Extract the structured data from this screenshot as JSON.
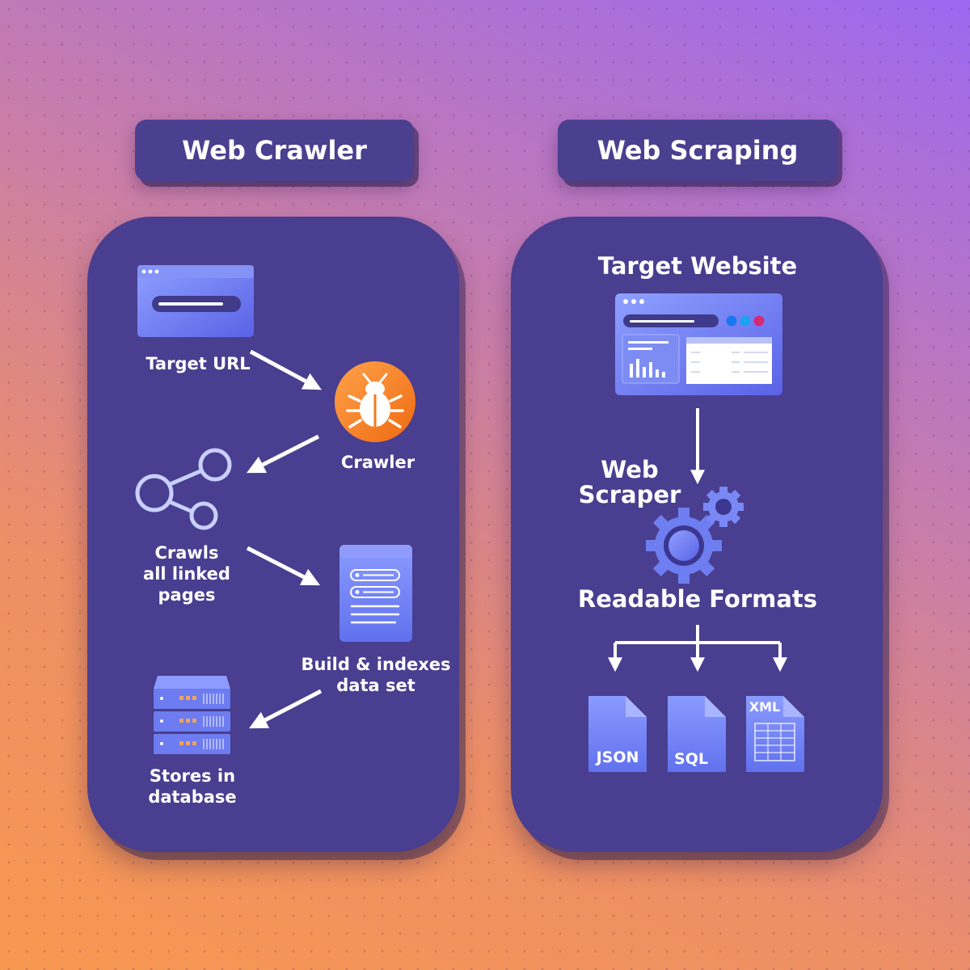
{
  "crawler": {
    "title": "Web Crawler",
    "target_url": "Target URL",
    "crawler": "Crawler",
    "crawls_line1": "Crawls",
    "crawls_line2": "all linked",
    "crawls_line3": "pages",
    "build_line1": "Build & indexes",
    "build_line2": "data set",
    "stores_line1": "Stores in",
    "stores_line2": "database"
  },
  "scraping": {
    "title": "Web Scraping",
    "target_website": "Target Website",
    "scraper_line1": "Web",
    "scraper_line2": "Scraper",
    "readable_formats": "Readable Formats",
    "formats": [
      "JSON",
      "SQL",
      "XML"
    ]
  },
  "colors": {
    "panel": "#493e8f",
    "accent_orange": "#f27c22",
    "icon_blue": "#7b8cf5"
  },
  "icons": [
    "browser-icon",
    "bug-icon",
    "share-icon",
    "document-icon",
    "database-server-icon",
    "website-icon",
    "gear-icon",
    "file-icon",
    "spreadsheet-icon"
  ]
}
